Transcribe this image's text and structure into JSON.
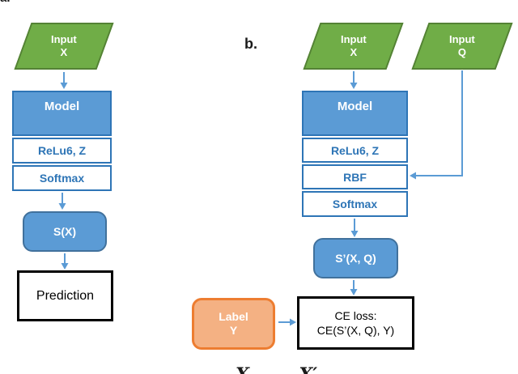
{
  "colors": {
    "green_fill": "#70ad47",
    "green_border": "#548235",
    "blue_fill": "#5b9bd5",
    "blue_border": "#2e75b6",
    "blue_text": "#2e75b6",
    "rounded_fill": "#5b9bd5",
    "rounded_border": "#41719c",
    "orange_fill": "#f4b183",
    "orange_border": "#ed7d31",
    "arrow_blue": "#5b9bd5",
    "white_text": "#ffffff",
    "black": "#000000"
  },
  "figure": {
    "panel_a": {
      "corner_label_partial": "a.",
      "input_x": {
        "line1": "Input",
        "line2": "X"
      },
      "model_label": "Model",
      "relu_label": "ReLu6, Z",
      "softmax_label": "Softmax",
      "score_label": "S(X)",
      "prediction_label": "Prediction"
    },
    "panel_b": {
      "panel_label": "b.",
      "input_x": {
        "line1": "Input",
        "line2": "X"
      },
      "input_q": {
        "line1": "Input",
        "line2": "Q"
      },
      "model_label": "Model",
      "relu_label": "ReLu6, Z",
      "rbf_label": "RBF",
      "softmax_label": "Softmax",
      "score_label": "S’(X, Q)",
      "label_y": {
        "line1": "Label",
        "line2": "Y"
      },
      "ce_loss": {
        "line1": "CE loss:",
        "line2": "CE(S’(X, Q), Y)"
      }
    },
    "bottom_caption_partial": "X        X′"
  }
}
